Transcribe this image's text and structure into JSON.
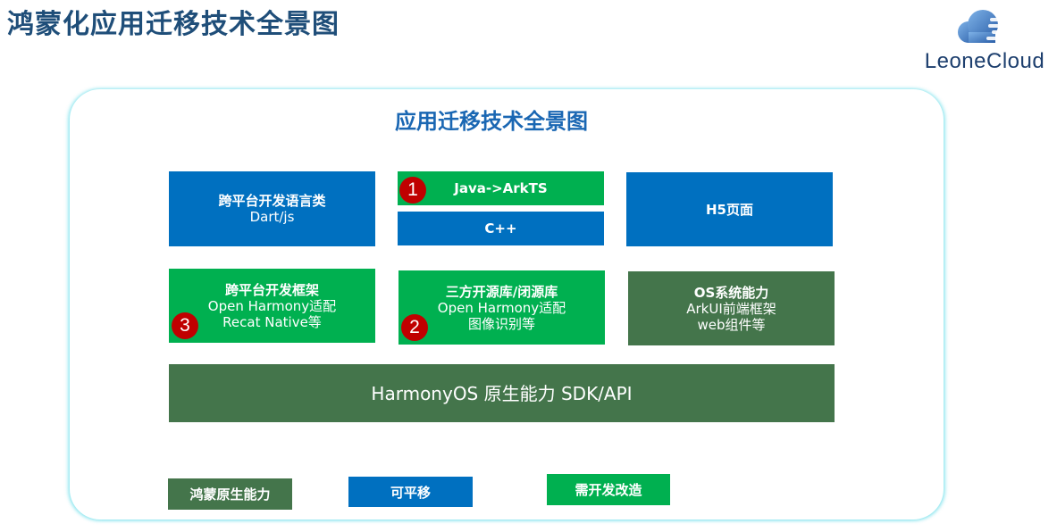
{
  "page_title": "鸿蒙化应用迁移技术全景图",
  "logo": {
    "text": "LeoneCloud"
  },
  "diagram": {
    "title": "应用迁移技术全景图",
    "row1": {
      "lang": {
        "title": "跨平台开发语言类",
        "sub": "Dart/js"
      },
      "java": {
        "label": "Java->ArkTS",
        "badge": "1"
      },
      "cpp": {
        "label": "C++"
      },
      "h5": {
        "label": "H5页面"
      }
    },
    "row2": {
      "framework": {
        "title": "跨平台开发框架",
        "line1": "Open Harmony适配",
        "line2": "Recat Native等",
        "badge": "3"
      },
      "thirdparty": {
        "title": "三方开源库/闭源库",
        "line1": "Open Harmony适配",
        "line2": "图像识别等",
        "badge": "2"
      },
      "os": {
        "title": "OS系统能力",
        "line1": "ArkUI前端框架",
        "line2": "web组件等"
      }
    },
    "sdk": {
      "label": "HarmonyOS 原生能力 SDK/API"
    },
    "legend": [
      {
        "label": "鸿蒙原生能力",
        "color": "#44754b"
      },
      {
        "label": "可平移",
        "color": "#0070c0"
      },
      {
        "label": "需开发改造",
        "color": "#00b050"
      }
    ]
  }
}
